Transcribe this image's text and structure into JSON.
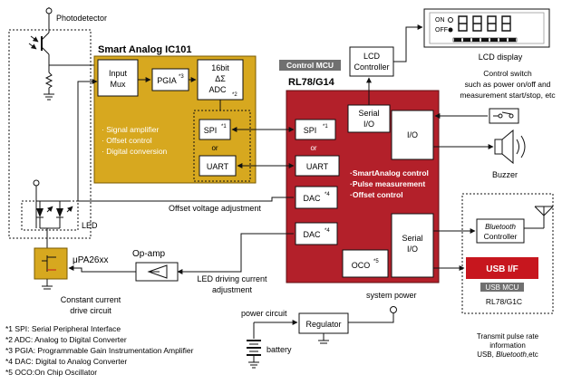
{
  "labels": {
    "photodetector": "Photodetector",
    "smart_analog_title": "Smart Analog IC101",
    "input_mux_1": "Input",
    "input_mux_2": "Mux",
    "pgia": "PGIA",
    "pgia_note": "*3",
    "adc_1": "16bit",
    "adc_2": "ΔΣ",
    "adc_3": "ADC",
    "adc_note": "*2",
    "sa_feature_1": "· Signal amplifier",
    "sa_feature_2": "· Offset control",
    "sa_feature_3": "· Digital conversion",
    "spi_left": "SPI",
    "spi_left_note": "*1",
    "or_left": "or",
    "uart_left": "UART",
    "control_mcu_tag": "Control MCU",
    "mcu_title": "RL78/G14",
    "spi_right": "SPI",
    "spi_right_note": "*1",
    "or_right": "or",
    "uart_right": "UART",
    "dac1": "DAC",
    "dac1_note": "*4",
    "dac2": "DAC",
    "dac2_note": "*4",
    "oco": "OCO",
    "oco_note": "*5",
    "serial_io_top_1": "Serial",
    "serial_io_top_2": "I/O",
    "io_box": "I/O",
    "serial_io_bottom_1": "Serial",
    "serial_io_bottom_2": "I/O",
    "mcu_feature_1": "·SmartAnalog control",
    "mcu_feature_2": "·Pulse measurement",
    "mcu_feature_3": "·Offset control",
    "lcd_controller_1": "LCD",
    "lcd_controller_2": "Controller",
    "lcd_on": "ON",
    "lcd_off": "OFF",
    "lcd_display": "LCD display",
    "control_switch_1": "Control switch",
    "control_switch_2": "such as power on/off and",
    "control_switch_3": "measurement start/stop, etc",
    "buzzer": "Buzzer",
    "offset_voltage": "Offset voltage adjustment",
    "led": "LED",
    "upa": "μPA26xx",
    "opamp": "Op-amp",
    "led_current_1": "LED driving current",
    "led_current_2": "adjustment",
    "const_current_1": "Constant current",
    "const_current_2": "drive circuit",
    "bt_controller_1": "Bluetooth",
    "bt_controller_2": "Controller",
    "usb_if": "USB I/F",
    "usb_mcu_tag": "USB MCU",
    "usb_mcu_model": "RL78/G1C",
    "system_power": "system power",
    "power_circuit": "power circuit",
    "regulator": "Regulator",
    "battery": "battery",
    "transmit_1": "Transmit pulse rate",
    "transmit_2": "information",
    "transmit_3a": "USB, ",
    "transmit_3b": "Bluetooth",
    "transmit_3c": ",etc"
  },
  "footnotes": [
    "*1 SPI:  Serial Peripheral Interface",
    "*2 ADC: Analog to Digital Converter",
    "*3 PGIA: Programmable Gain Instrumentation Amplifier",
    "*4 DAC: Digital to Analog Converter",
    "*5 OCO:On Chip Oscillator"
  ],
  "colors": {
    "smart_analog_fill": "#d7a81f",
    "mcu_fill": "#b3202a",
    "tag_fill": "#707070",
    "usb_fill": "#c7161e",
    "feature_yellow": "#ffffff"
  }
}
